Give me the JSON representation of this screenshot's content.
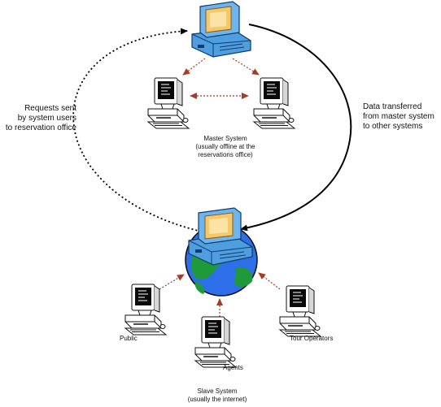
{
  "labels": {
    "requests": [
      "Requests sent",
      "by system users",
      "to reservation office"
    ],
    "transferred": [
      "Data transferred",
      "from master system",
      "to other systems"
    ],
    "master": [
      "Master System",
      "(usually offline at the",
      "reservations office)"
    ],
    "slave": [
      "Slave System",
      "(usually the internet)"
    ],
    "public": "Public",
    "agents": "Agents",
    "tour_operators": "Tour Operators"
  },
  "colors": {
    "monitor_bezel": "#4f9fe0",
    "screen_glow": "#f5c96a",
    "globe_ocean": "#2d6fe8",
    "globe_land": "#1e9a3a",
    "arrow_red": "#a83a2a",
    "workstation_line": "#111111"
  }
}
